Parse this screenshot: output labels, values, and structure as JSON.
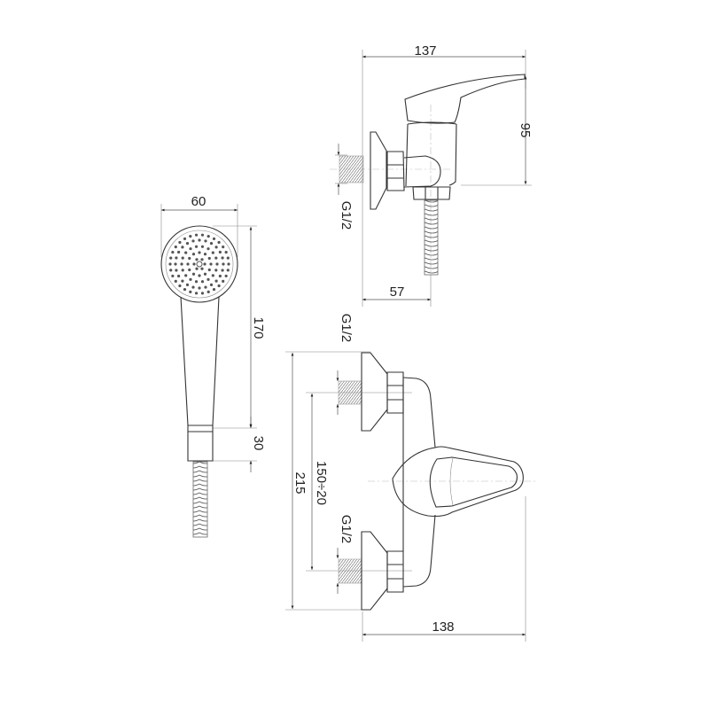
{
  "title": "Shower mixer technical drawing",
  "side_view": {
    "width_label": "137",
    "height_label": "95",
    "thread_label": "G1/2",
    "offset_label": "57"
  },
  "hand_shower": {
    "diameter_label": "60",
    "length_label": "170",
    "ring_label": "30"
  },
  "front_view": {
    "thread_top_label": "G1/2",
    "thread_bottom_label": "G1/2",
    "spacing_label": "150÷20",
    "height_label": "215",
    "width_label": "138"
  }
}
